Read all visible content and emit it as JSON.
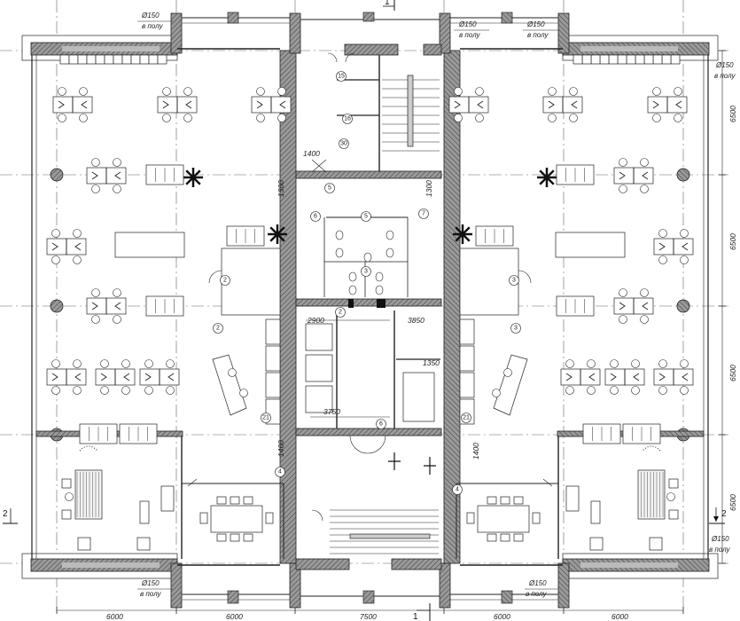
{
  "drawing": {
    "floor_drain_note": {
      "diameter": "Ø150",
      "label": "в полу"
    },
    "grid_dimensions_x": [
      "6000",
      "6000",
      "7500",
      "6000",
      "6000"
    ],
    "grid_dimensions_y": [
      "6500",
      "6500",
      "6500",
      "6500"
    ],
    "core_dimensions": {
      "vestibule_top_left": "1300",
      "vestibule_top_right": "1300",
      "vestibule_bottom_left": "1400",
      "vestibule_bottom_right": "1400",
      "stair_top": "1400",
      "corridor_left": "2900",
      "corridor_right": "3850",
      "elevator": "1350",
      "corridor_bottom": "3750"
    },
    "door_tags": [
      "15",
      "16",
      "30",
      "5",
      "6",
      "5",
      "7",
      "2",
      "2",
      "3",
      "3",
      "3",
      "2",
      "6",
      "4",
      "4",
      "21",
      "21"
    ],
    "section_marks": {
      "section_1": "1",
      "section_2": "2"
    }
  },
  "colors": {
    "wall_fill": "#8a8a8a",
    "hatch": "#555555",
    "line": "#222222",
    "axis": "#666666"
  }
}
